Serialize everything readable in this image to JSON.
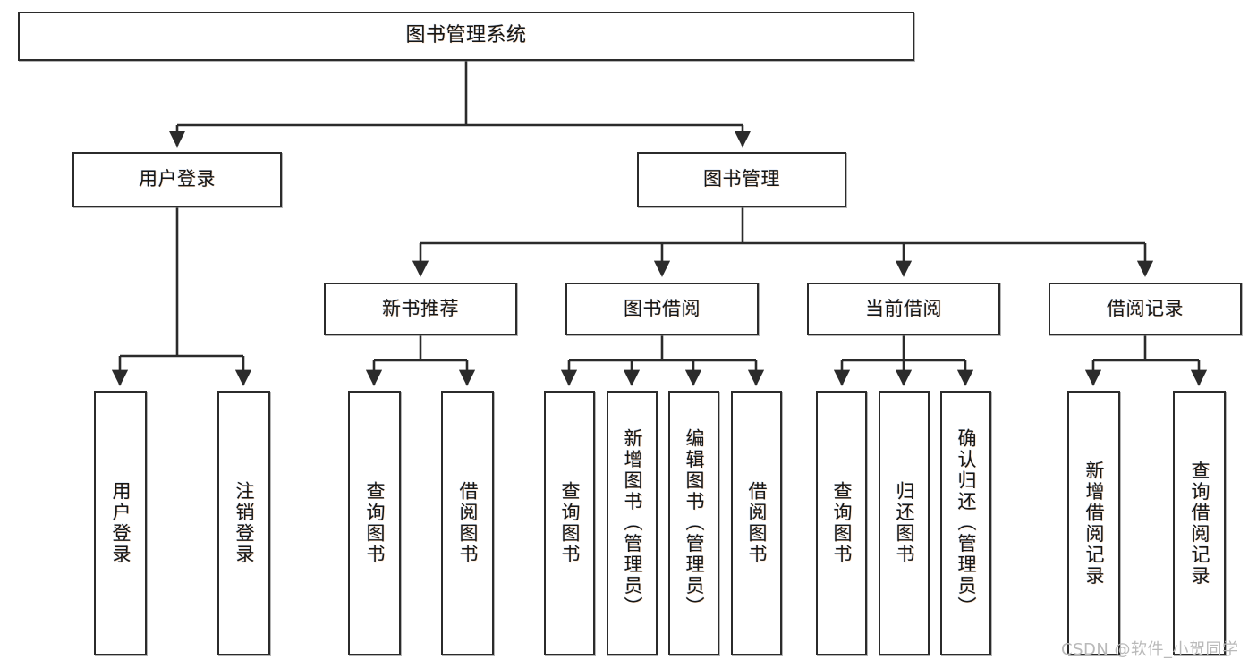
{
  "diagram": {
    "title": "图书管理系统",
    "type": "tree-hierarchy",
    "watermark": "CSDN @软件_小贺同学",
    "colors": {
      "background": "#ffffff",
      "node_fill": "#ffffff",
      "node_border": "#2b2b2b",
      "connector": "#2b2b2b",
      "text": "#161616",
      "watermark": "#b9b9b9"
    }
  },
  "nodes": {
    "root": {
      "label": "图书管理系统"
    },
    "level2": [
      {
        "id": "user-login",
        "label": "用户登录"
      },
      {
        "id": "book-management",
        "label": "图书管理"
      }
    ],
    "level3": [
      {
        "id": "new-book-recommend",
        "label": "新书推荐"
      },
      {
        "id": "book-borrow",
        "label": "图书借阅"
      },
      {
        "id": "current-borrow",
        "label": "当前借阅"
      },
      {
        "id": "borrow-record",
        "label": "借阅记录"
      }
    ],
    "leaves": {
      "user_login": [
        {
          "id": "leaf-user-login",
          "label": "用户登录"
        },
        {
          "id": "leaf-logout-login",
          "label": "注销登录"
        }
      ],
      "new_book_recommend": [
        {
          "id": "leaf-query-book-1",
          "label": "查询图书"
        },
        {
          "id": "leaf-borrow-book-1",
          "label": "借阅图书"
        }
      ],
      "book_borrow": [
        {
          "id": "leaf-query-book-2",
          "label": "查询图书"
        },
        {
          "id": "leaf-add-book",
          "label": "新增图书（管理员）"
        },
        {
          "id": "leaf-edit-book",
          "label": "编辑图书（管理员）"
        },
        {
          "id": "leaf-borrow-book-2",
          "label": "借阅图书"
        }
      ],
      "current_borrow": [
        {
          "id": "leaf-query-book-3",
          "label": "查询图书"
        },
        {
          "id": "leaf-return-book",
          "label": "归还图书"
        },
        {
          "id": "leaf-confirm-return",
          "label": "确认归还（管理员）"
        }
      ],
      "borrow_record": [
        {
          "id": "leaf-add-borrow-record",
          "label": "新增借阅记录"
        },
        {
          "id": "leaf-query-borrow-record",
          "label": "查询借阅记录"
        }
      ]
    }
  }
}
